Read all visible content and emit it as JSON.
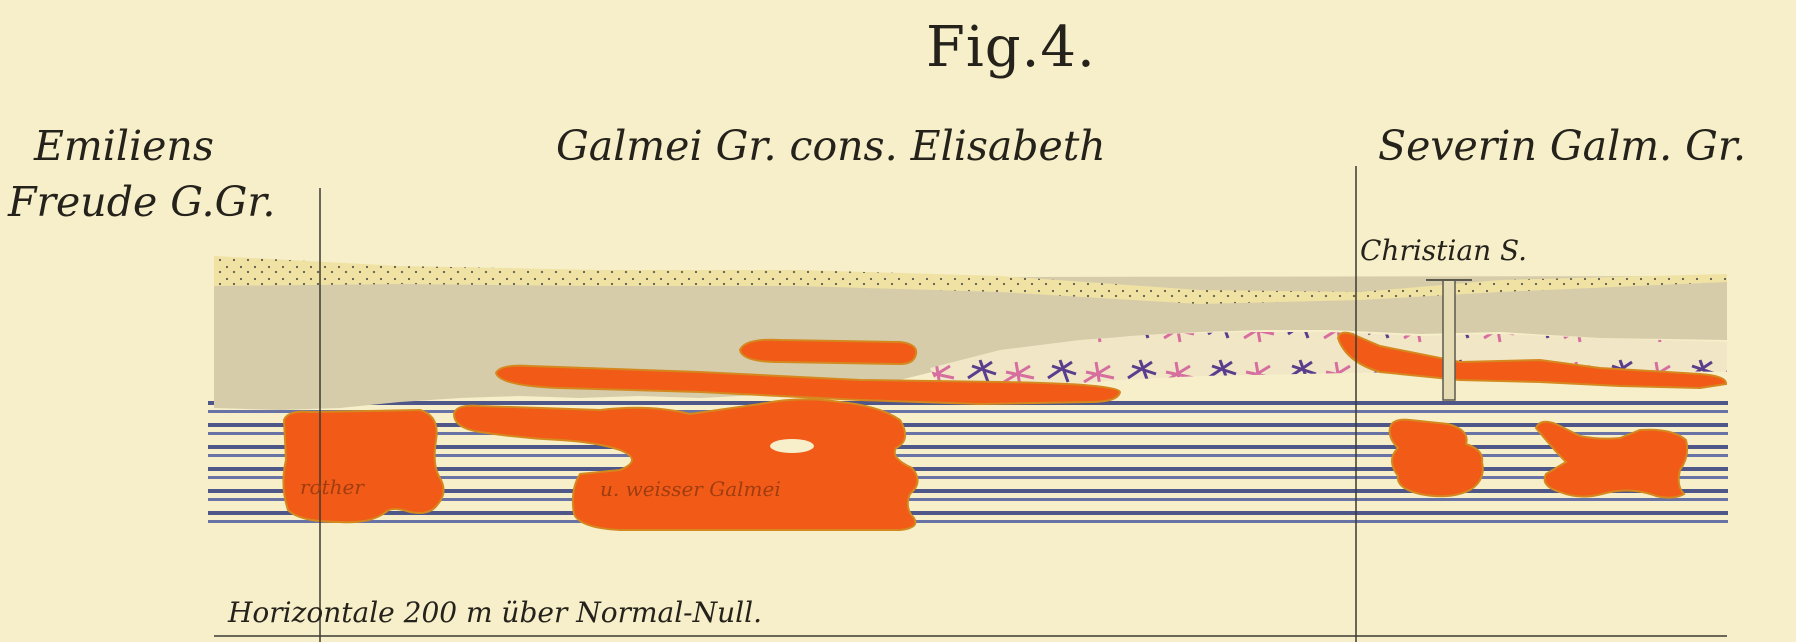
{
  "figure": {
    "title": "Fig.4.",
    "headings": {
      "left_line1": "Emiliens",
      "left_line2": "Freude G.Gr.",
      "center": "Galmei Gr. cons. Elisabeth",
      "right": "Severin Galm. Gr."
    },
    "shaft_label": "Christian S.",
    "ore_labels": {
      "left": "rother",
      "center": "u. weisser Galmei"
    },
    "baseline_label": "Horizontale 200 m über Normal-Null.",
    "colors": {
      "paper": "#f6efc9",
      "sand_layer": "#f0e2a3",
      "clay_layer": "#d6ccaa",
      "ore": "#f25a18",
      "ore_outline": "#d5881e",
      "strata_lines": "#4e5788",
      "veins_purple": "#5a3d8d",
      "veins_pink": "#d66fa0",
      "ink": "#25221c"
    }
  }
}
